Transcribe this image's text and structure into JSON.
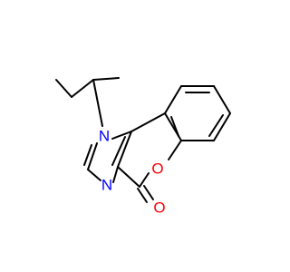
{
  "molecule": {
    "atoms": [
      {
        "id": "n1",
        "symbol": "N",
        "color": "#0000ff"
      },
      {
        "id": "n2",
        "symbol": "N",
        "color": "#0000ff"
      },
      {
        "id": "o1",
        "symbol": "O",
        "color": "#ff0000"
      },
      {
        "id": "o2",
        "symbol": "O",
        "color": "#ff0000"
      }
    ],
    "bond_color": "#000000"
  }
}
